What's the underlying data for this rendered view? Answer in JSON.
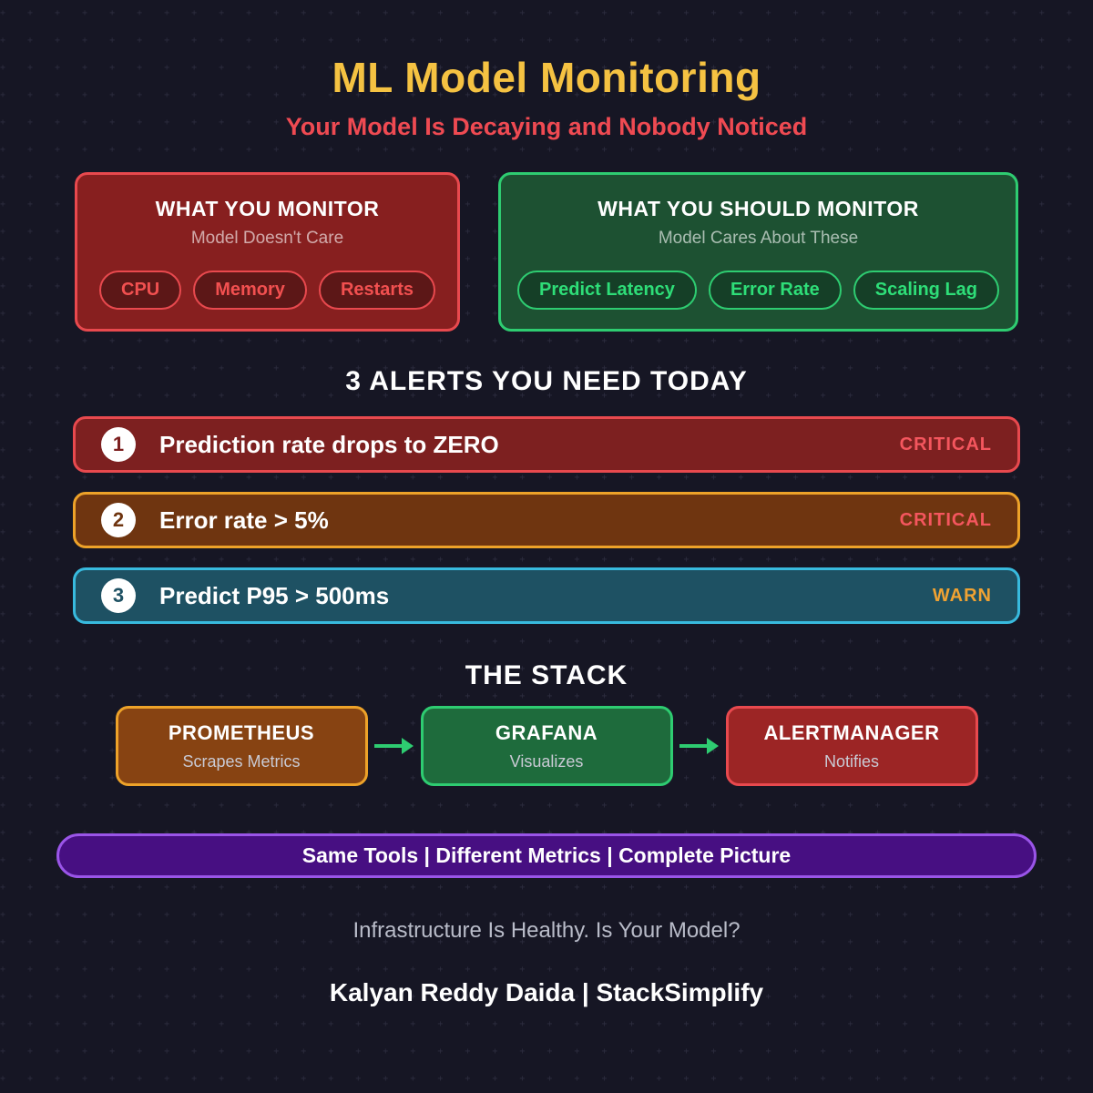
{
  "header": {
    "title": "ML Model Monitoring",
    "subtitle": "Your Model Is Decaying and Nobody Noticed"
  },
  "comparison": {
    "monitor_card": {
      "title": "WHAT YOU MONITOR",
      "subtitle": "Model Doesn't Care",
      "pills": [
        "CPU",
        "Memory",
        "Restarts"
      ]
    },
    "should_monitor_card": {
      "title": "WHAT YOU SHOULD MONITOR",
      "subtitle": "Model Cares About These",
      "pills": [
        "Predict Latency",
        "Error Rate",
        "Scaling Lag"
      ]
    }
  },
  "alerts": {
    "heading": "3 ALERTS YOU NEED TODAY",
    "items": [
      {
        "number": "1",
        "label": "Prediction rate drops to ZERO",
        "severity": "CRITICAL"
      },
      {
        "number": "2",
        "label": "Error rate > 5%",
        "severity": "CRITICAL"
      },
      {
        "number": "3",
        "label": "Predict P95 > 500ms",
        "severity": "WARN"
      }
    ]
  },
  "stack": {
    "heading": "THE STACK",
    "nodes": [
      {
        "name": "PROMETHEUS",
        "role": "Scrapes Metrics"
      },
      {
        "name": "GRAFANA",
        "role": "Visualizes"
      },
      {
        "name": "ALERTMANAGER",
        "role": "Notifies"
      }
    ]
  },
  "banner": {
    "text": "Same Tools  |  Different Metrics  |  Complete Picture"
  },
  "footer": {
    "question": "Infrastructure Is Healthy. Is Your Model?",
    "credit": "Kalyan Reddy Daida  |  StackSimplify"
  },
  "colors": {
    "background": "#161624",
    "accent_gold": "#f5c242",
    "accent_red": "#e8494e",
    "accent_green": "#2ecc71",
    "accent_orange": "#eda229",
    "accent_teal": "#38bade",
    "accent_purple": "#9a55e8",
    "severity_critical": "#f4565e",
    "severity_warn": "#f0a232"
  }
}
